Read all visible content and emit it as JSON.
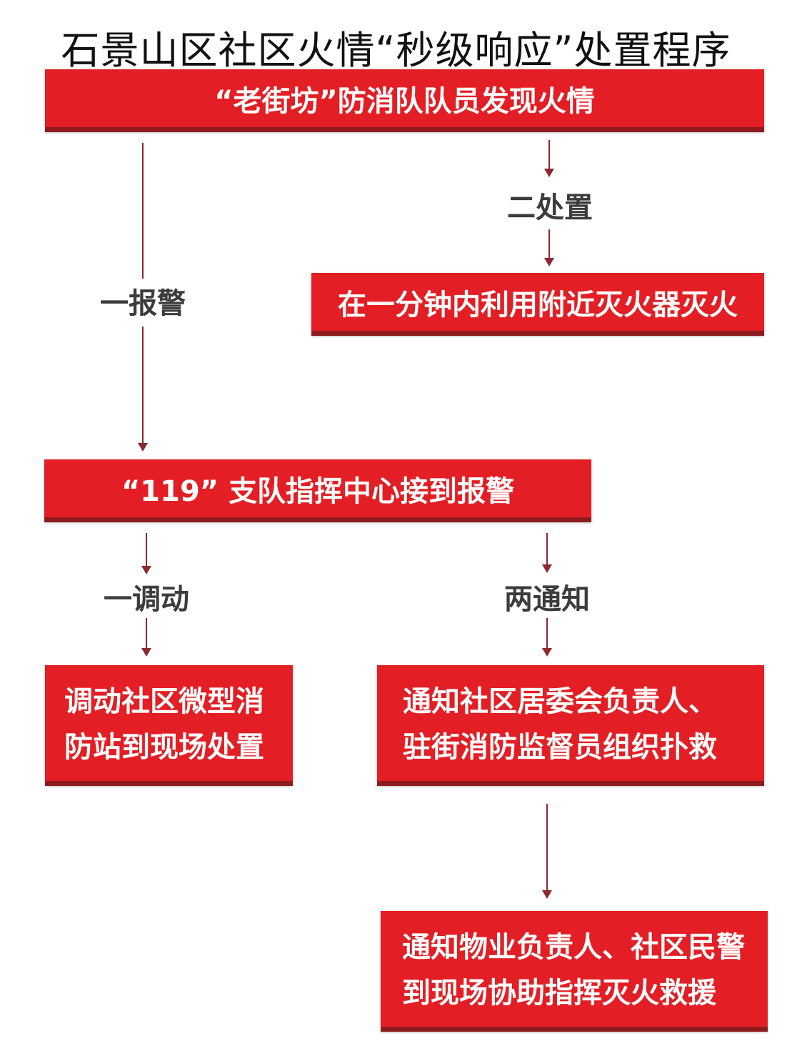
{
  "title": "石景山区社区火情“秒级响应”处置程序",
  "nodes": {
    "discover": "“老街坊”防消队队员发现火情",
    "extinguish": "在一分钟内利用附近灭火器灭火",
    "center": "“119” 支队指挥中心接到报警",
    "dispatch": [
      "调动社区微型消",
      "防站到现场处置"
    ],
    "notify1": [
      "通知社区居委会负责人、",
      "驻街消防监督员组织扑救"
    ],
    "notify2": [
      "通知物业负责人、社区民警",
      "到现场协助指挥灭火救援"
    ]
  },
  "labels": {
    "alarm": "一报警",
    "handle": "二处置",
    "dispatch": "一调动",
    "notify": "两通知"
  },
  "colors": {
    "box": "#e31e24",
    "box_shadow": "#8f1b1f",
    "arrow": "#8c2a2e",
    "label": "#3c3c3c"
  }
}
